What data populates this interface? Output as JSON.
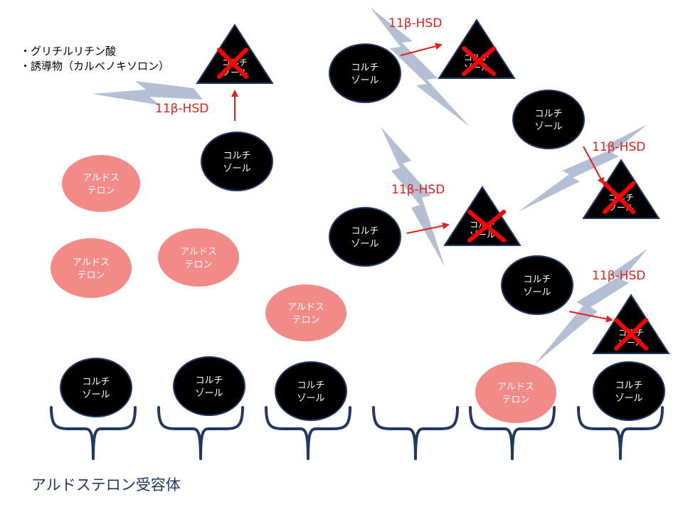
{
  "notes": [
    "・グリチルリチン酸",
    "・誘導物（カルベノキソロン）"
  ],
  "labels": {
    "cortisol": [
      "コルチ",
      "ゾール"
    ],
    "aldosterone": [
      "アルドス",
      "テロン"
    ],
    "enzyme": "11β-HSD",
    "receptor": "アルドステロン受容体"
  },
  "colors": {
    "cortisol_fill": "#000000",
    "cortisol_stroke": "#1f3864",
    "aldosterone_fill": "#f28b87",
    "enzyme_text": "#e0201a",
    "arrow": "#e0201a",
    "cross": "#ff0000",
    "lightning": "#b4bfd3",
    "receptor_bracket": "#1f3864",
    "receptor_text": "#1f3864"
  },
  "icons": [
    "lightning-bolt-icon",
    "red-cross-icon",
    "inactive-metabolite-triangle",
    "receptor-bracket-icon"
  ]
}
